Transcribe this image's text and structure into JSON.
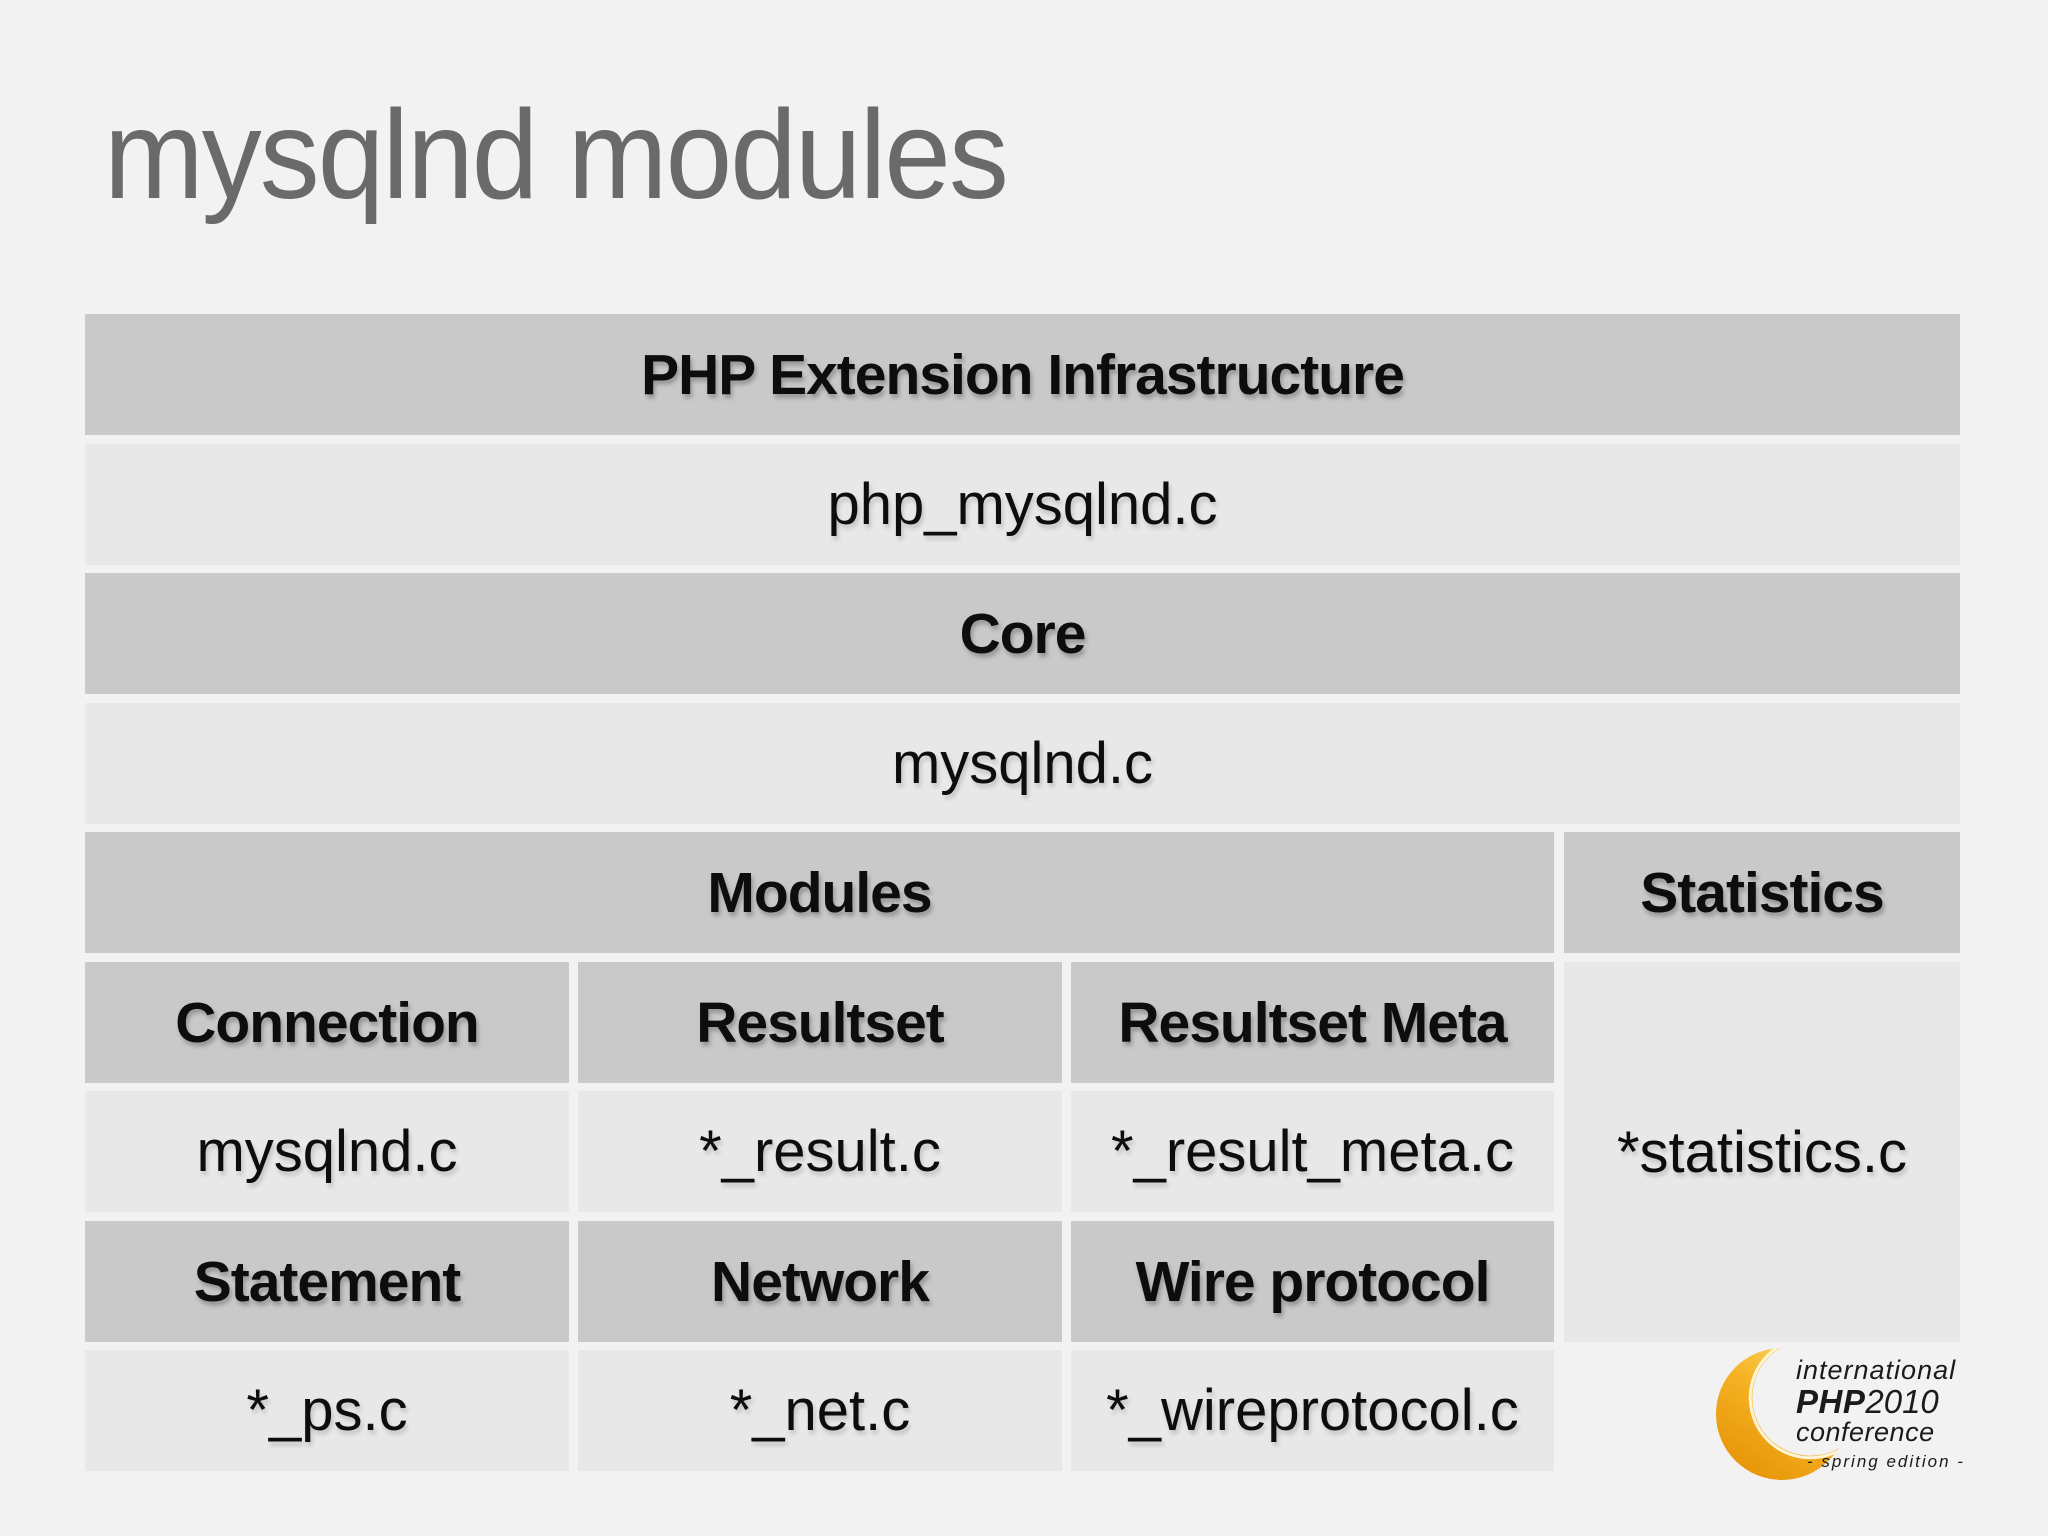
{
  "slide": {
    "title": "mysqlnd modules"
  },
  "colors": {
    "background": "#f2f2f2",
    "header_cell": "#c9c9c9",
    "value_cell": "#e8e8e8",
    "title_text": "#6a6a6a",
    "cell_text": "#0d0d0d",
    "logo_text": "#1b1b1b",
    "logo_orange_dark": "#e28c00",
    "logo_orange_mid": "#f5b324",
    "logo_orange_light": "#ffe17e"
  },
  "diagram": {
    "infrastructure": {
      "header": "PHP Extension Infrastructure",
      "file": "php_mysqlnd.c"
    },
    "core": {
      "header": "Core",
      "file": "mysqlnd.c"
    },
    "modules_header": "Modules",
    "statistics": {
      "header": "Statistics",
      "file": "*statistics.c"
    },
    "modules": [
      {
        "name": "Connection",
        "file": "mysqlnd.c"
      },
      {
        "name": "Resultset",
        "file": "*_result.c"
      },
      {
        "name": "Resultset Meta",
        "file": "*_result_meta.c"
      },
      {
        "name": "Statement",
        "file": "*_ps.c"
      },
      {
        "name": "Network",
        "file": "*_net.c"
      },
      {
        "name": "Wire protocol",
        "file": "*_wireprotocol.c"
      }
    ]
  },
  "logo": {
    "line1": "international",
    "brand": "PHP",
    "year": "2010",
    "line3": "conference",
    "line4": "- spring edition -"
  }
}
